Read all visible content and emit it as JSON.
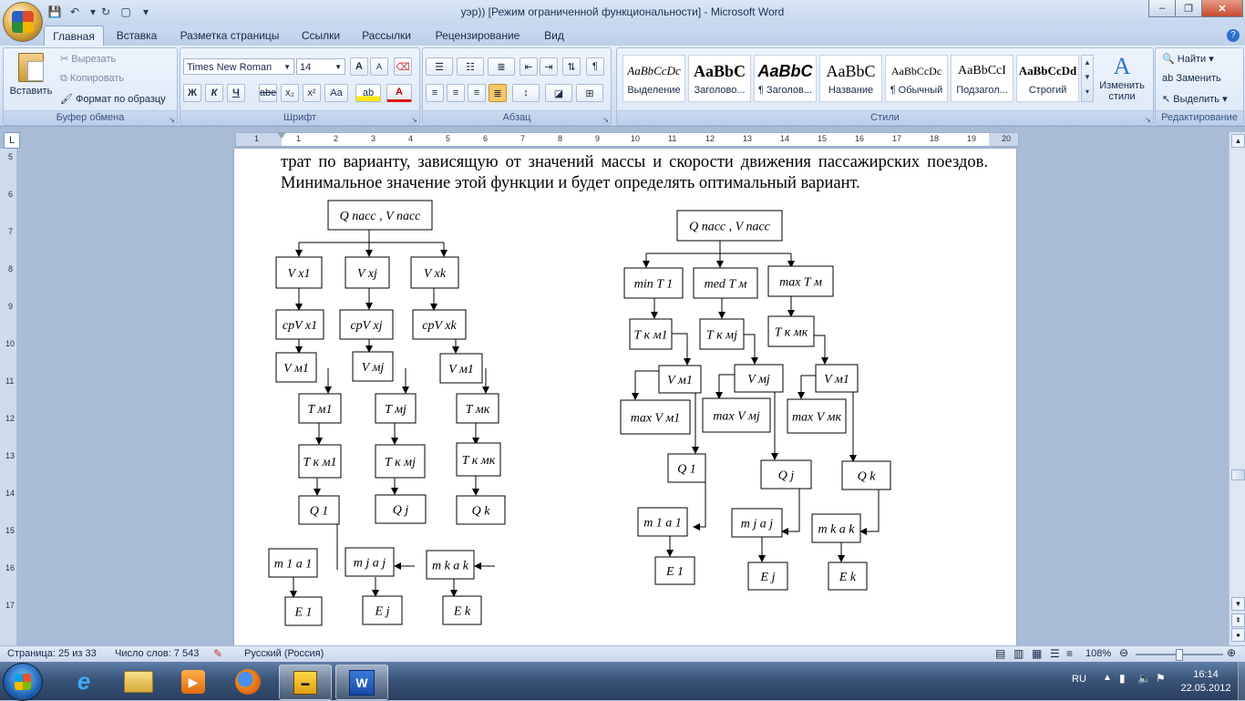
{
  "window": {
    "title": "уэр)) [Режим ограниченной функциональности] - Microsoft Word",
    "minimize": "–",
    "maximize": "❐",
    "close": "✕"
  },
  "tabs": [
    "Главная",
    "Вставка",
    "Разметка страницы",
    "Ссылки",
    "Рассылки",
    "Рецензирование",
    "Вид"
  ],
  "clipboard": {
    "paste": "Вставить",
    "cut": "Вырезать",
    "copy": "Копировать",
    "format_painter": "Формат по образцу",
    "label": "Буфер обмена"
  },
  "font": {
    "family": "Times New Roman",
    "size": "14",
    "label": "Шрифт",
    "grow": "A",
    "shrink": "A",
    "bold": "Ж",
    "italic": "К",
    "underline": "Ч",
    "strike": "abe",
    "subscript": "x₂",
    "superscript": "x²",
    "case": "Aa",
    "highlight": "ab",
    "color": "A"
  },
  "paragraph": {
    "label": "Абзац",
    "pilcrow": "¶"
  },
  "styles": {
    "label": "Стили",
    "items": [
      {
        "preview": "AaBbCcDc",
        "name": "Выделение"
      },
      {
        "preview": "AaBbC",
        "name": "Заголово..."
      },
      {
        "preview": "AaBbC",
        "name": "¶ Заголов..."
      },
      {
        "preview": "AaBbC",
        "name": "Название"
      },
      {
        "preview": "AaBbCcDc",
        "name": "¶ Обычный"
      },
      {
        "preview": "AaBbCcI",
        "name": "Подзагол..."
      },
      {
        "preview": "AaBbCcDd",
        "name": "Строгий"
      }
    ],
    "change": "Изменить стили"
  },
  "editing": {
    "find": "Найти",
    "replace": "Заменить",
    "select": "Выделить",
    "label": "Редактирование"
  },
  "ruler_numbers": [
    "1",
    "1",
    "2",
    "3",
    "4",
    "5",
    "6",
    "7",
    "8",
    "9",
    "10",
    "11",
    "12",
    "13",
    "14",
    "15",
    "16",
    "17",
    "18",
    "19",
    "20"
  ],
  "vruler_numbers": [
    "5",
    "6",
    "7",
    "8",
    "9",
    "10",
    "11",
    "12",
    "13",
    "14",
    "15",
    "16",
    "17"
  ],
  "document": {
    "paragraph": "трат по варианту, зависящую от значений массы и скорости движения пассажирских поездов. Минимальное значение этой функции и будет определять оптимальный вариант."
  },
  "diagram_left": {
    "top": "Q пасс , V пасс",
    "v": [
      "V x1",
      "V xj",
      "V xk"
    ],
    "cpv": [
      "cpV x1",
      "cpV xj",
      "cpV xk"
    ],
    "vm": [
      "V м1",
      "V мj",
      "V м1"
    ],
    "t": [
      "T м1",
      "T мj",
      "T мк"
    ],
    "tk": [
      "T к м1",
      "T к мj",
      "T к мк"
    ],
    "q": [
      "Q 1",
      "Q j",
      "Q k"
    ],
    "ma": [
      "m 1 a 1",
      "m j a j",
      "m k a k"
    ],
    "e": [
      "E 1",
      "E j",
      "E k"
    ]
  },
  "diagram_right": {
    "top": "Q пасс , V пасс",
    "t": [
      "min T 1",
      "med T м",
      "max T м"
    ],
    "tk": [
      "T к м1",
      "T к мj",
      "T к мк"
    ],
    "vm": [
      "V м1",
      "V мj",
      "V м1"
    ],
    "maxv": [
      "max V м1",
      "max V мj",
      "max V мк"
    ],
    "q": [
      "Q 1",
      "Q j",
      "Q k"
    ],
    "ma": [
      "m 1 a 1",
      "m j a j",
      "m k a k"
    ],
    "e": [
      "E 1",
      "E j",
      "E k"
    ]
  },
  "status": {
    "page": "Страница: 25 из 33",
    "words": "Число слов: 7 543",
    "language": "Русский (Россия)",
    "zoom": "108%"
  },
  "tray": {
    "lang": "RU",
    "time": "16:14",
    "date": "22.05.2012"
  }
}
